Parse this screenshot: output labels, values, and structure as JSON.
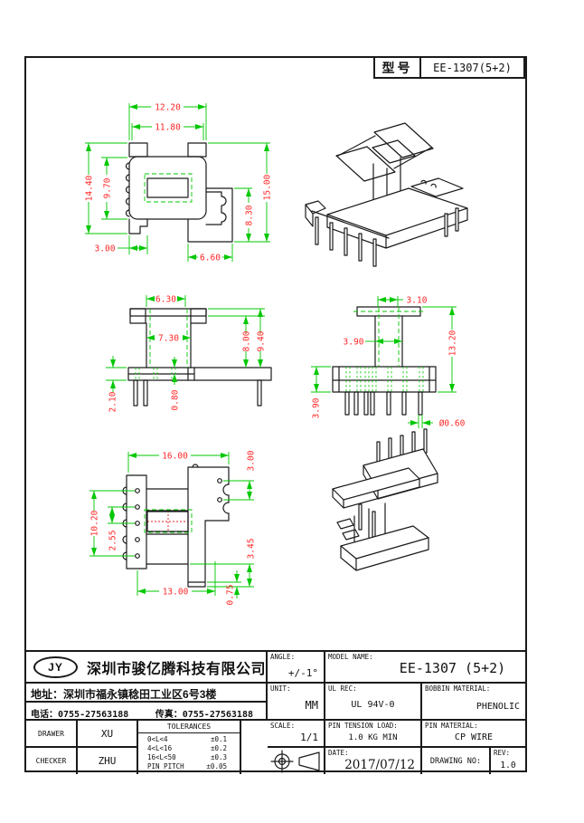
{
  "colors": {
    "line": "#1a1a1a",
    "dim_line": "#00c800",
    "dim_text": "#ff2626",
    "red_center": "#e02020"
  },
  "header": {
    "model_label": "型号",
    "model_value": "EE-1307(5+2)"
  },
  "views": {
    "front": {
      "w_outer": "12.20",
      "w_inner": "11.80",
      "h_outer": "14.40",
      "h_inner": "9.70",
      "h_right": "15.00",
      "h_plate": "8.30",
      "tab_w": "3.00",
      "plate_w": "6.60"
    },
    "side_a": {
      "top_w": "6.30",
      "core_w": "7.30",
      "h_inner": "8.00",
      "h_outer": "9.40",
      "flange_t": "2.10",
      "web_t": "0.80"
    },
    "side_b": {
      "top_w": "3.10",
      "core_w": "3.90",
      "h_total": "13.20",
      "base_h": "3.90",
      "pin_d": "Ø0.60"
    },
    "bottom": {
      "w_outer": "16.00",
      "hole_pitch_r": "3.00",
      "pin_row": "10.20",
      "pin_pitch": "2.55",
      "lip_h": "3.45",
      "w_inner": "13.00",
      "lip_t": "0.75"
    }
  },
  "titleblock": {
    "logo": "JY",
    "company": "深圳市骏亿腾科技有限公司",
    "address_label": "地址：",
    "address": "深圳市福永镇稔田工业区6号3楼",
    "phone_label": "电话：",
    "phone": "0755-27563188",
    "fax_label": "传真：",
    "fax": "0755-27563188",
    "drawer_label": "DRAWER",
    "drawer": "XU",
    "checker_label": "CHECKER",
    "checker": "ZHU",
    "tolerances_title": "TOLERANCES",
    "tol": [
      {
        "r": "0<L<4",
        "v": "±0.1"
      },
      {
        "r": "4<L<16",
        "v": "±0.2"
      },
      {
        "r": "16<L<50",
        "v": "±0.3"
      },
      {
        "r": "PIN PITCH",
        "v": "±0.05"
      }
    ],
    "angle_label": "ANGLE:",
    "angle": "+/-1°",
    "model_name_label": "MODEL NAME:",
    "model_name": "EE-1307 (5+2)",
    "unit_label": "UNIT:",
    "unit": "MM",
    "ul_label": "UL REC:",
    "ul": "UL 94V-0",
    "bobbin_material_label": "BOBBIN MATERIAL:",
    "bobbin_material": "PHENOLIC",
    "scale_label": "SCALE:",
    "scale": "1/1",
    "pin_tension_label": "PIN TENSION LOAD:",
    "pin_tension": "1.0 KG MIN",
    "pin_material_label": "PIN MATERIAL:",
    "pin_material": "CP WIRE",
    "date_label": "DATE:",
    "date": "2017/07/12",
    "drawing_no_label": "DRAWING NO:",
    "rev_label": "REV:",
    "rev": "1.0"
  }
}
